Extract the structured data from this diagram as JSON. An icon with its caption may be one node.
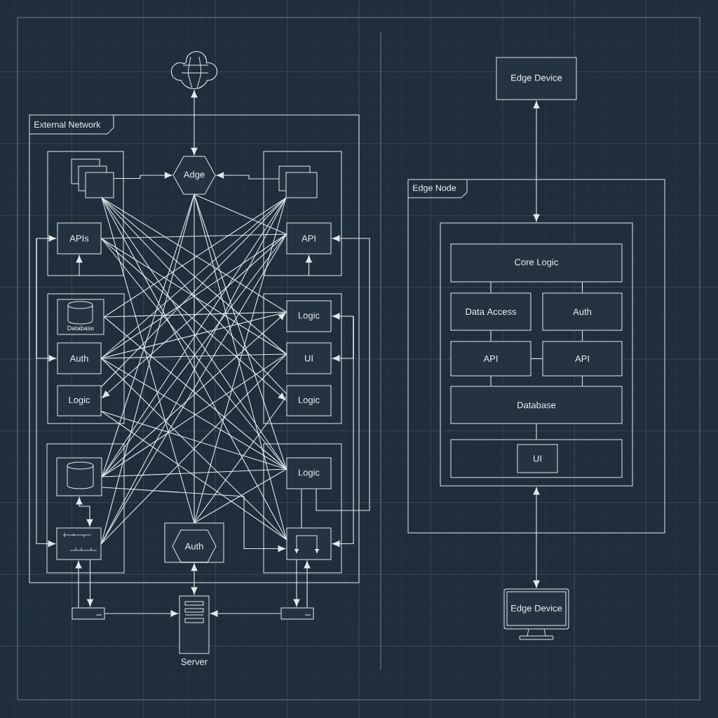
{
  "diagram": {
    "nodes": [
      {
        "text": [],
        "shape": "cloud"
      },
      {
        "text": [
          "External Network"
        ]
      },
      {
        "text": [],
        "shape": "box",
        "in": 1
      },
      {
        "text": [],
        "shape": "box",
        "in": 2
      },
      {
        "text": [
          "APIs"
        ],
        "in": 2
      },
      {
        "text": [
          "Adge"
        ],
        "in": 1
      },
      {
        "text": [],
        "shape": "box",
        "in": 1
      },
      {
        "text": [],
        "shape": "box",
        "in": 6
      },
      {
        "text": [
          "API"
        ],
        "in": 6
      },
      {
        "text": [],
        "shape": "box",
        "in": 1
      },
      {
        "text": [
          "Database"
        ],
        "in": 9
      },
      {
        "text": [
          "Auth"
        ],
        "in": 9
      },
      {
        "text": [
          "Logic"
        ],
        "in": 9
      },
      {
        "text": [],
        "shape": "box",
        "in": 1
      },
      {
        "text": [
          "Logic"
        ],
        "in": 13
      },
      {
        "text": [
          "UI"
        ],
        "in": 13
      },
      {
        "text": [
          "Logic"
        ],
        "in": 13
      },
      {
        "text": [],
        "shape": "box",
        "in": 1
      },
      {
        "text": [],
        "shape": "box",
        "in": 17
      },
      {
        "text": [],
        "shape": "box",
        "in": 17
      },
      {
        "text": [
          "Auth"
        ],
        "in": 1
      },
      {
        "text": [],
        "shape": "box",
        "in": 1
      },
      {
        "text": [
          "Logic"
        ],
        "in": 21
      },
      {
        "text": [],
        "shape": "box",
        "in": 21
      },
      {
        "text": [],
        "shape": "bar"
      },
      {
        "text": [
          "Server"
        ]
      },
      {
        "text": [],
        "shape": "bar"
      },
      {
        "text": [
          "Edge Device"
        ]
      },
      {
        "text": [
          "Edge Node"
        ]
      },
      {
        "text": [],
        "shape": "box",
        "in": 28
      },
      {
        "text": [
          "Core Logic"
        ],
        "in": 29
      },
      {
        "text": [
          "Data Access"
        ],
        "in": 29
      },
      {
        "text": [
          "Auth"
        ],
        "in": 29
      },
      {
        "text": [
          "API"
        ],
        "in": 29
      },
      {
        "text": [
          "API"
        ],
        "in": 29
      },
      {
        "text": [
          "Database"
        ],
        "in": 29
      },
      {
        "text": [],
        "shape": "box",
        "in": 29
      },
      {
        "text": [
          "UI"
        ],
        "in": 36
      },
      {
        "text": [
          "Edge Device"
        ]
      }
    ],
    "edges": [
      {
        "from": 0,
        "to": 5,
        "arrow": "both"
      },
      {
        "from": 3,
        "to": 5,
        "arrow": "to"
      },
      {
        "from": 7,
        "to": 5,
        "arrow": "to"
      },
      {
        "from": 2,
        "to": 4,
        "arrow": "to"
      },
      {
        "from": 6,
        "to": 8,
        "arrow": "to"
      },
      {
        "from": null,
        "to": 4,
        "arrow": "to"
      },
      {
        "from": null,
        "to": 11,
        "arrow": "to"
      },
      {
        "from": null,
        "to": 19,
        "arrow": "to"
      },
      {
        "from": null,
        "to": 14,
        "arrow": "to"
      },
      {
        "from": null,
        "to": 15,
        "arrow": "to"
      },
      {
        "from": null,
        "to": 23,
        "arrow": "to"
      },
      {
        "from": 22,
        "to": 8,
        "arrow": "to"
      },
      {
        "from": 18,
        "to": 19,
        "arrow": "both"
      },
      {
        "from": 19,
        "to": 24,
        "arrow": "to"
      },
      {
        "from": 24,
        "to": 19,
        "arrow": "to"
      },
      {
        "from": 24,
        "to": 25,
        "arrow": "to"
      },
      {
        "from": 26,
        "to": 25,
        "arrow": "to"
      },
      {
        "from": 20,
        "to": 25,
        "arrow": "both"
      },
      {
        "from": 23,
        "to": 26,
        "arrow": "to"
      },
      {
        "from": 26,
        "to": 23,
        "arrow": "to"
      },
      {
        "from": 18,
        "to": 23,
        "arrow": "to"
      },
      {
        "from": 22,
        "to": 23,
        "arrow": "none"
      },
      {
        "from": 27,
        "to": 29,
        "arrow": "both"
      },
      {
        "from": 30,
        "to": 31,
        "arrow": "none"
      },
      {
        "from": 30,
        "to": 32,
        "arrow": "none"
      },
      {
        "from": 31,
        "to": 33,
        "arrow": "none"
      },
      {
        "from": 32,
        "to": 34,
        "arrow": "none"
      },
      {
        "from": 33,
        "to": 34,
        "arrow": "none"
      },
      {
        "from": 33,
        "to": 35,
        "arrow": "none"
      },
      {
        "from": 34,
        "to": 35,
        "arrow": "none"
      },
      {
        "from": 35,
        "to": 36,
        "arrow": "none"
      },
      {
        "from": 29,
        "to": 38,
        "arrow": "both"
      },
      {
        "from": 3,
        "to": 15,
        "arrow": "none"
      },
      {
        "from": 3,
        "to": 16,
        "arrow": "none"
      },
      {
        "from": 3,
        "to": 22,
        "arrow": "none"
      },
      {
        "from": 3,
        "to": 20,
        "arrow": "none"
      },
      {
        "from": 3,
        "to": 14,
        "arrow": "none"
      },
      {
        "from": 3,
        "to": 23,
        "arrow": "none"
      },
      {
        "from": 7,
        "to": 11,
        "arrow": "none"
      },
      {
        "from": 7,
        "to": 12,
        "arrow": "none"
      },
      {
        "from": 7,
        "to": 18,
        "arrow": "none"
      },
      {
        "from": 7,
        "to": 19,
        "arrow": "none"
      },
      {
        "from": 7,
        "to": 20,
        "arrow": "none"
      },
      {
        "from": 7,
        "to": 10,
        "arrow": "none"
      },
      {
        "from": 5,
        "to": 20,
        "arrow": "none"
      },
      {
        "from": 5,
        "to": 8,
        "arrow": "none"
      },
      {
        "from": 5,
        "to": 18,
        "arrow": "none"
      },
      {
        "from": 5,
        "to": 23,
        "arrow": "none"
      },
      {
        "from": 5,
        "to": 19,
        "arrow": "none"
      },
      {
        "from": 5,
        "to": 22,
        "arrow": "none"
      },
      {
        "from": 4,
        "to": 8,
        "arrow": "none"
      },
      {
        "from": 4,
        "to": 15,
        "arrow": "none"
      },
      {
        "from": 4,
        "to": 16,
        "arrow": "to"
      },
      {
        "from": 4,
        "to": 22,
        "arrow": "none"
      },
      {
        "from": 8,
        "to": 11,
        "arrow": "none"
      },
      {
        "from": 8,
        "to": 12,
        "arrow": "to"
      },
      {
        "from": 8,
        "to": 18,
        "arrow": "none"
      },
      {
        "from": 8,
        "to": 19,
        "arrow": "none"
      },
      {
        "from": 11,
        "to": 15,
        "arrow": "none"
      },
      {
        "from": 11,
        "to": 14,
        "arrow": "none"
      },
      {
        "from": 11,
        "to": 22,
        "arrow": "none"
      },
      {
        "from": 11,
        "to": 23,
        "arrow": "none"
      },
      {
        "from": 10,
        "to": 14,
        "arrow": "none"
      },
      {
        "from": 10,
        "to": 22,
        "arrow": "none"
      },
      {
        "from": 12,
        "to": 22,
        "arrow": "none"
      },
      {
        "from": 12,
        "to": 23,
        "arrow": "none"
      },
      {
        "from": 18,
        "to": 14,
        "arrow": "to"
      },
      {
        "from": 18,
        "to": 22,
        "arrow": "none"
      },
      {
        "from": 18,
        "to": 15,
        "arrow": "none"
      },
      {
        "from": 15,
        "to": 19,
        "arrow": "none"
      },
      {
        "from": 22,
        "to": 20,
        "arrow": "none"
      },
      {
        "from": 16,
        "to": 20,
        "arrow": "none"
      }
    ]
  }
}
